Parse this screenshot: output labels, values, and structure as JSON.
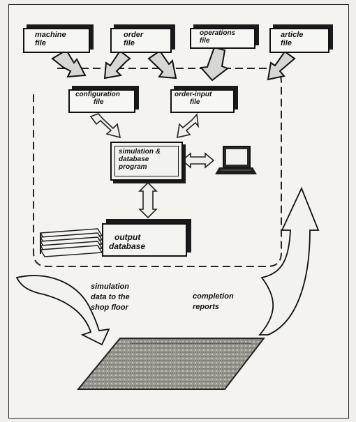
{
  "files": {
    "machine": [
      "machine",
      "file"
    ],
    "order": [
      "order",
      "file"
    ],
    "operations": [
      "operations",
      "file"
    ],
    "article": [
      "article",
      "file"
    ]
  },
  "configuration": [
    "configuration",
    "file"
  ],
  "order_input": [
    "order-input",
    "file"
  ],
  "program": [
    "simulation &",
    "database",
    "program"
  ],
  "output": [
    "output",
    "database"
  ],
  "captions": {
    "simulation_data": [
      "simulation",
      "data to the",
      "shop floor"
    ],
    "completion": [
      "completion",
      "reports"
    ]
  }
}
